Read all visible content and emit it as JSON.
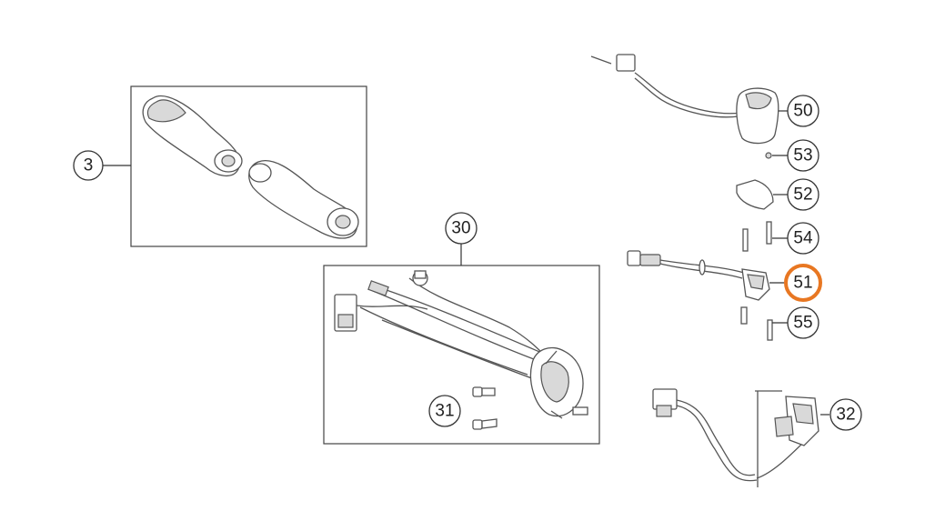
{
  "callouts": [
    {
      "id": "3",
      "label": "3",
      "highlighted": false
    },
    {
      "id": "30",
      "label": "30",
      "highlighted": false
    },
    {
      "id": "31",
      "label": "31",
      "highlighted": false
    },
    {
      "id": "32",
      "label": "32",
      "highlighted": false
    },
    {
      "id": "50",
      "label": "50",
      "highlighted": false
    },
    {
      "id": "51",
      "label": "51",
      "highlighted": true
    },
    {
      "id": "52",
      "label": "52",
      "highlighted": false
    },
    {
      "id": "53",
      "label": "53",
      "highlighted": false
    },
    {
      "id": "54",
      "label": "54",
      "highlighted": false
    },
    {
      "id": "55",
      "label": "55",
      "highlighted": false
    }
  ],
  "colors": {
    "highlight": "#e87722",
    "line": "#333333",
    "background": "#ffffff"
  }
}
